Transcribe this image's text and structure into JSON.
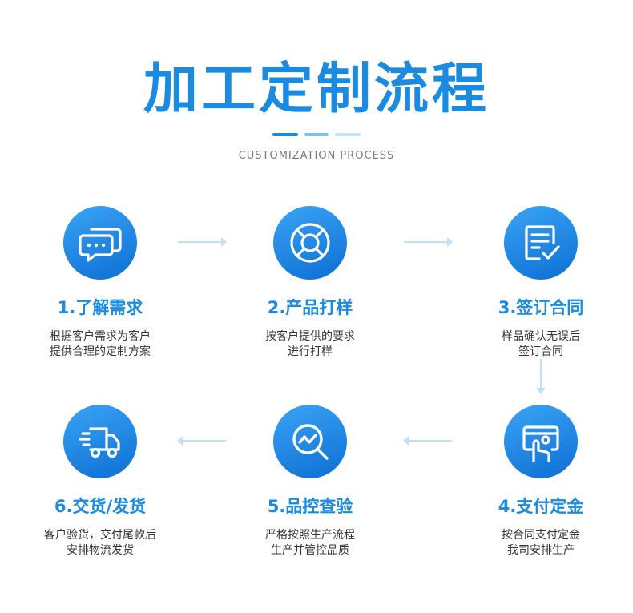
{
  "title": "加工定制流程",
  "subtitle": "CUSTOMIZATION PROCESS",
  "colors": {
    "accent": "#1a8be0",
    "arrow": "#bfe0f7"
  },
  "steps": [
    {
      "title": "1.了解需求",
      "desc": [
        "根据客户需求为客户",
        "提供合理的定制方案"
      ],
      "icon": "chat-bubbles-icon"
    },
    {
      "title": "2.产品打样",
      "desc": [
        "按客户提供的要求",
        "进行打样"
      ],
      "icon": "lifebuoy-icon"
    },
    {
      "title": "3.签订合同",
      "desc": [
        "样品确认无误后",
        "签订合同"
      ],
      "icon": "contract-check-icon"
    },
    {
      "title": "4.支付定金",
      "desc": [
        "按合同支付定金",
        "我司安排生产"
      ],
      "icon": "payment-card-icon"
    },
    {
      "title": "5.品控查验",
      "desc": [
        "严格按照生产流程",
        "生产并管控品质"
      ],
      "icon": "magnifier-chart-icon"
    },
    {
      "title": "6.交货/发货",
      "desc": [
        "客户验货，交付尾款后",
        "安排物流发货"
      ],
      "icon": "delivery-truck-icon"
    }
  ]
}
